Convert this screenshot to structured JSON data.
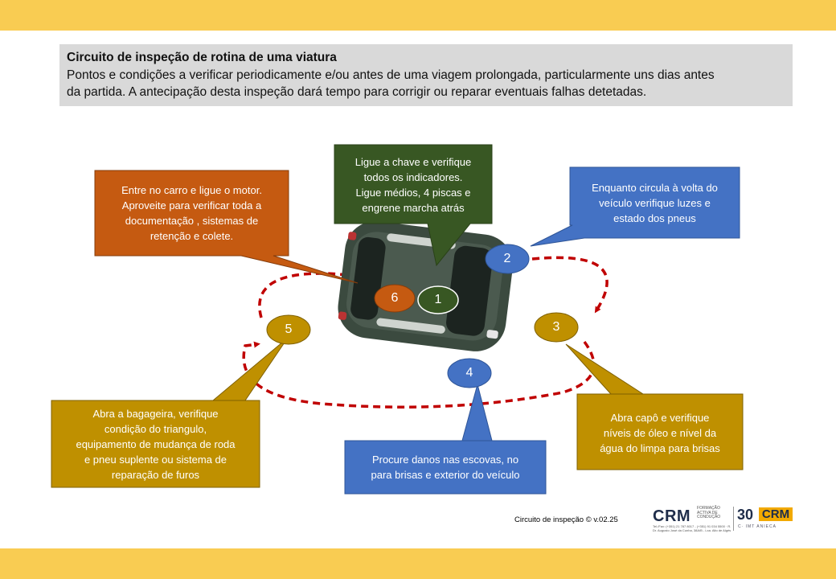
{
  "header": {
    "title": "Circuito de inspeção de rotina de uma viatura",
    "line1": "Pontos e condições a verificar periodicamente e/ou antes de uma viagem prolongada, particularmente uns dias antes",
    "line2": "da partida.  A antecipação desta inspeção dará tempo para corrigir ou reparar eventuais falhas detetadas."
  },
  "steps": [
    {
      "number": "1",
      "color": "#385723",
      "lines": [
        "Ligue a chave e verifique",
        "todos os indicadores.",
        "Ligue médios, 4 piscas e",
        "engrene marcha atrás"
      ]
    },
    {
      "number": "2",
      "color": "#4472c4",
      "lines": [
        "Enquanto circula à volta do",
        "veículo verifique luzes e",
        "estado dos pneus"
      ]
    },
    {
      "number": "3",
      "color": "#bf9000",
      "lines": [
        "Abra capô e verifique",
        "níveis de óleo e nível da",
        "água do limpa para brisas"
      ]
    },
    {
      "number": "4",
      "color": "#4472c4",
      "lines": [
        "Procure danos nas escovas, no",
        "para brisas  e exterior do veículo"
      ]
    },
    {
      "number": "5",
      "color": "#bf9000",
      "lines": [
        "Abra a bagageira, verifique",
        "condição do triangulo,",
        "equipamento de mudança de roda",
        "e pneu suplente ou sistema de",
        "reparação de furos"
      ]
    },
    {
      "number": "6",
      "color": "#c55a11",
      "lines": [
        "Entre no carro e ligue o motor.",
        "Aproveite para verificar toda a",
        "documentação , sistemas de",
        "retenção e  colete."
      ]
    }
  ],
  "colors": {
    "band": "#f9cc52",
    "circuit_arrow": "#c00000",
    "car_body": "#3b4a3f"
  },
  "footer": {
    "caption": "Circuito de inspeção  © v.02.25",
    "logo_text": "CRM",
    "logo_tagline": "FORMAÇÃO ACTIVA DE CONDUÇÃO",
    "logo_address": "Tel./Fax: (+351) 21 787 8017 - (+351) 91 034 5500 · R. Dr. Augusto José da Cunha, 38A/B - Lxa. Alto de Algés",
    "anniversary": "30",
    "anniversary_logo": "CRM",
    "partners": "C· IMT ANIECA"
  }
}
